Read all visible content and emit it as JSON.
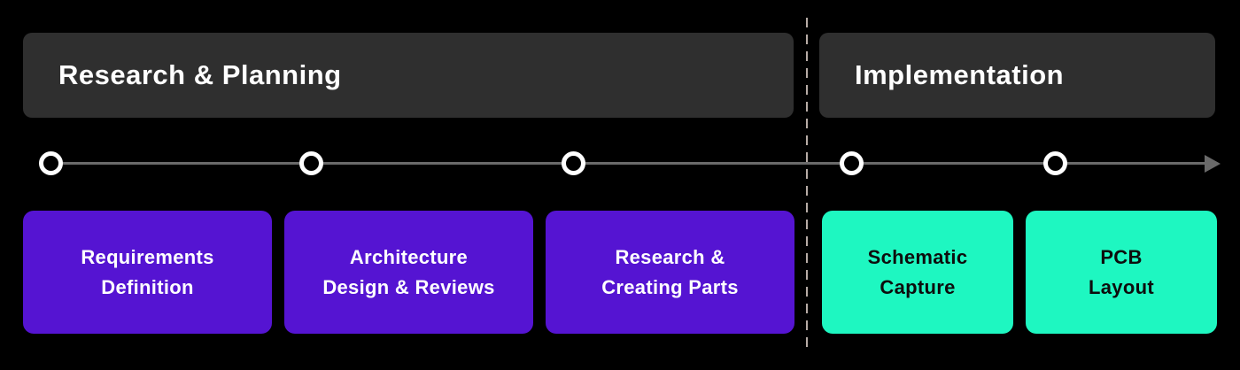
{
  "phases": [
    {
      "label": "Research & Planning"
    },
    {
      "label": "Implementation"
    }
  ],
  "steps": [
    {
      "line1": "Requirements",
      "line2": "Definition",
      "phase_index": 0
    },
    {
      "line1": "Architecture",
      "line2": "Design & Reviews",
      "phase_index": 0
    },
    {
      "line1": "Research &",
      "line2": "Creating Parts",
      "phase_index": 0
    },
    {
      "line1": "Schematic",
      "line2": "Capture",
      "phase_index": 1
    },
    {
      "line1": "PCB",
      "line2": "Layout",
      "phase_index": 1
    }
  ],
  "timeline": {
    "node_count": 5,
    "direction": "left-to-right"
  },
  "colors": {
    "background": "#000000",
    "phase_band": "#2f2f2f",
    "phase_text": "#ffffff",
    "planning_card": "#5514d2",
    "planning_card_text": "#ffffff",
    "implementation_card": "#1ef7c1",
    "implementation_card_text": "#0d0d0d",
    "timeline_line": "#6a6a6a",
    "node_ring": "#ffffff",
    "divider_dash": "#b7aca6"
  }
}
